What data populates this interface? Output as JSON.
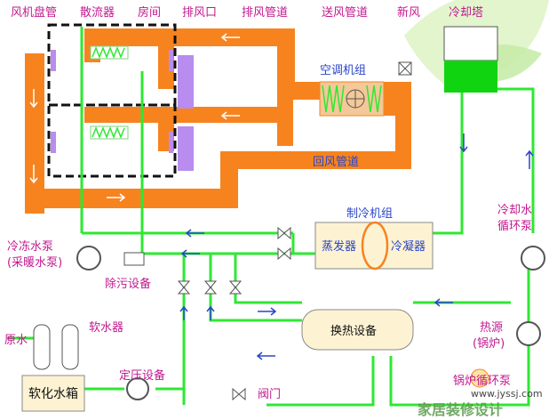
{
  "labels": {
    "fan_coil": "风机盘管",
    "diffuser": "散流器",
    "room": "房间",
    "exhaust_outlet": "排风口",
    "exhaust_duct": "排风管道",
    "supply_duct": "送风管道",
    "fresh_air": "新风",
    "cooling_tower": "冷却塔",
    "ahu": "空调机组",
    "return_duct": "回风管道",
    "chiller": "制冷机组",
    "evaporator": "蒸发器",
    "condenser": "冷凝器",
    "cooling_pump_1": "冷却水",
    "cooling_pump_2": "循环泵",
    "chilled_pump_1": "冷冻水泵",
    "chilled_pump_2": "(采暖水泵)",
    "decontam": "除污设备",
    "heat_exchanger": "换热设备",
    "heat_source_1": "热源",
    "heat_source_2": "(锅炉)",
    "softener": "软水器",
    "raw_water": "原水",
    "soft_tank": "软化水箱",
    "pressurizer": "定压设备",
    "valve_legend": "阀门",
    "boiler_pump": "锅炉循环泵",
    "watermark_url": "www.jyssj.com",
    "watermark_brand": "家居装修设计"
  },
  "colors": {
    "duct": "#f7831f",
    "water_pipe": "#2ee832",
    "room_border": "#111111",
    "coil": "#2ee832",
    "exhaust_panel": "#b98cf0",
    "label": "#c2188f",
    "label_blue": "#2a45c9"
  }
}
